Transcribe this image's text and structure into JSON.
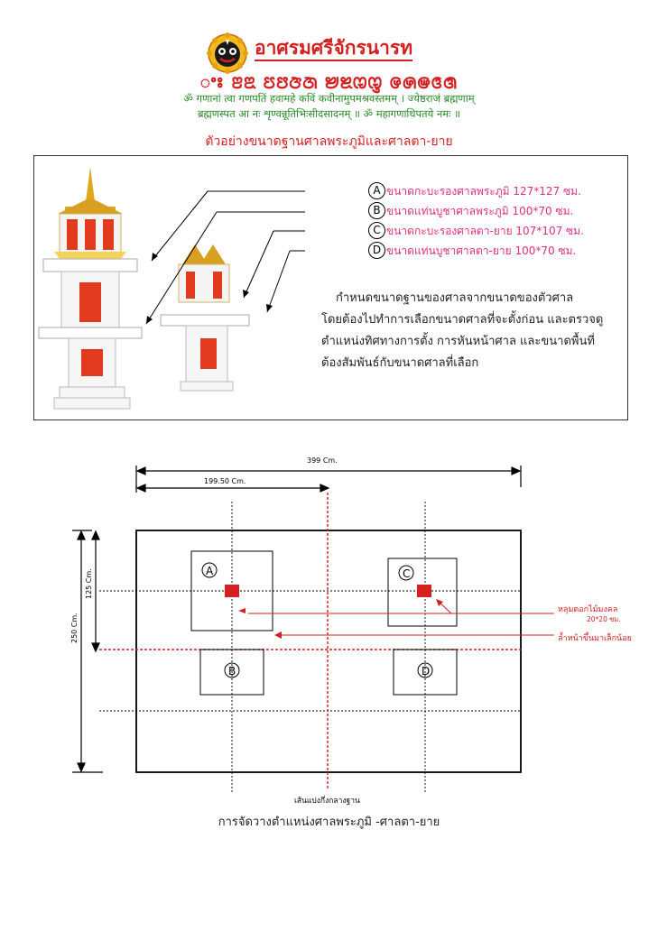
{
  "header": {
    "title": "อาศรมศรีจักรนารท",
    "subtitle": "ꢀꢁ ꢂꢃ ꢄꢅꢆꢇ ꢈꢉꢊꢋ ꢌꢍꢎꢏꢐ",
    "mantra_line1": "ॐ गणानां त्वा गणपतिं हवामहे कविं कवीनामुपमश्रवस्तमम् । ज्येष्ठराजं ब्रह्मणाम्",
    "mantra_line2": "ब्रह्मणस्पत आ नः शृण्वन्नूतिभिःसीदसादनम् ॥ ॐ महागणाधिपतये नमः ॥",
    "section_title": "ตัวอย่างขนาดฐานศาลพระภูมิและศาลตา-ยาย",
    "logo_icon": "deity-face-emblem-icon"
  },
  "legend": [
    {
      "letter": "A",
      "text": "ขนาดกะบะรองศาลพระภูมิ  127*127  ซม."
    },
    {
      "letter": "B",
      "text": "ขนาดแท่นบูชาศาลพระภูมิ  100*70  ซม."
    },
    {
      "letter": "C",
      "text": "ขนาดกะบะรองศาลตา-ยาย  107*107  ซม."
    },
    {
      "letter": "D",
      "text": "ขนาดแท่นบูชาศาลตา-ยาย  100*70  ซม."
    }
  ],
  "description": [
    "กำหนดขนาดฐานของศาลจากขนาดของตัวศาล",
    "โดยต้องไปทำการเลือกขนาดศาลที่จะตั้งก่อน และตรวจดู",
    "ตำแหน่งทิศทางการตั้ง  การหันหน้าศาล และขนาดพื้นที่",
    "ต้องสัมพันธ์กับขนาดศาลที่เลือก"
  ],
  "diagram": {
    "width_label": "399 Cm.",
    "half_width_label": "199.50 Cm.",
    "half_height_label": "125 Cm.",
    "height_label": "250 Cm.",
    "box_labels": [
      "A",
      "B",
      "C",
      "D"
    ],
    "hole_label_1": "หลุมตอกไม้มงคล",
    "hole_label_2": "20*20 ซม.",
    "front_label": "ล้ำหน้าขึ้นมาเล็กน้อย",
    "center_label": "เส้นแบ่งกึ่งกลางฐาน",
    "colors": {
      "red": "#d42020",
      "pink": "#e0307a",
      "green": "#2b8a2b"
    }
  },
  "caption": "การจัดวางตำแหน่งศาลพระภูมิ  -ศาลตา-ยาย"
}
